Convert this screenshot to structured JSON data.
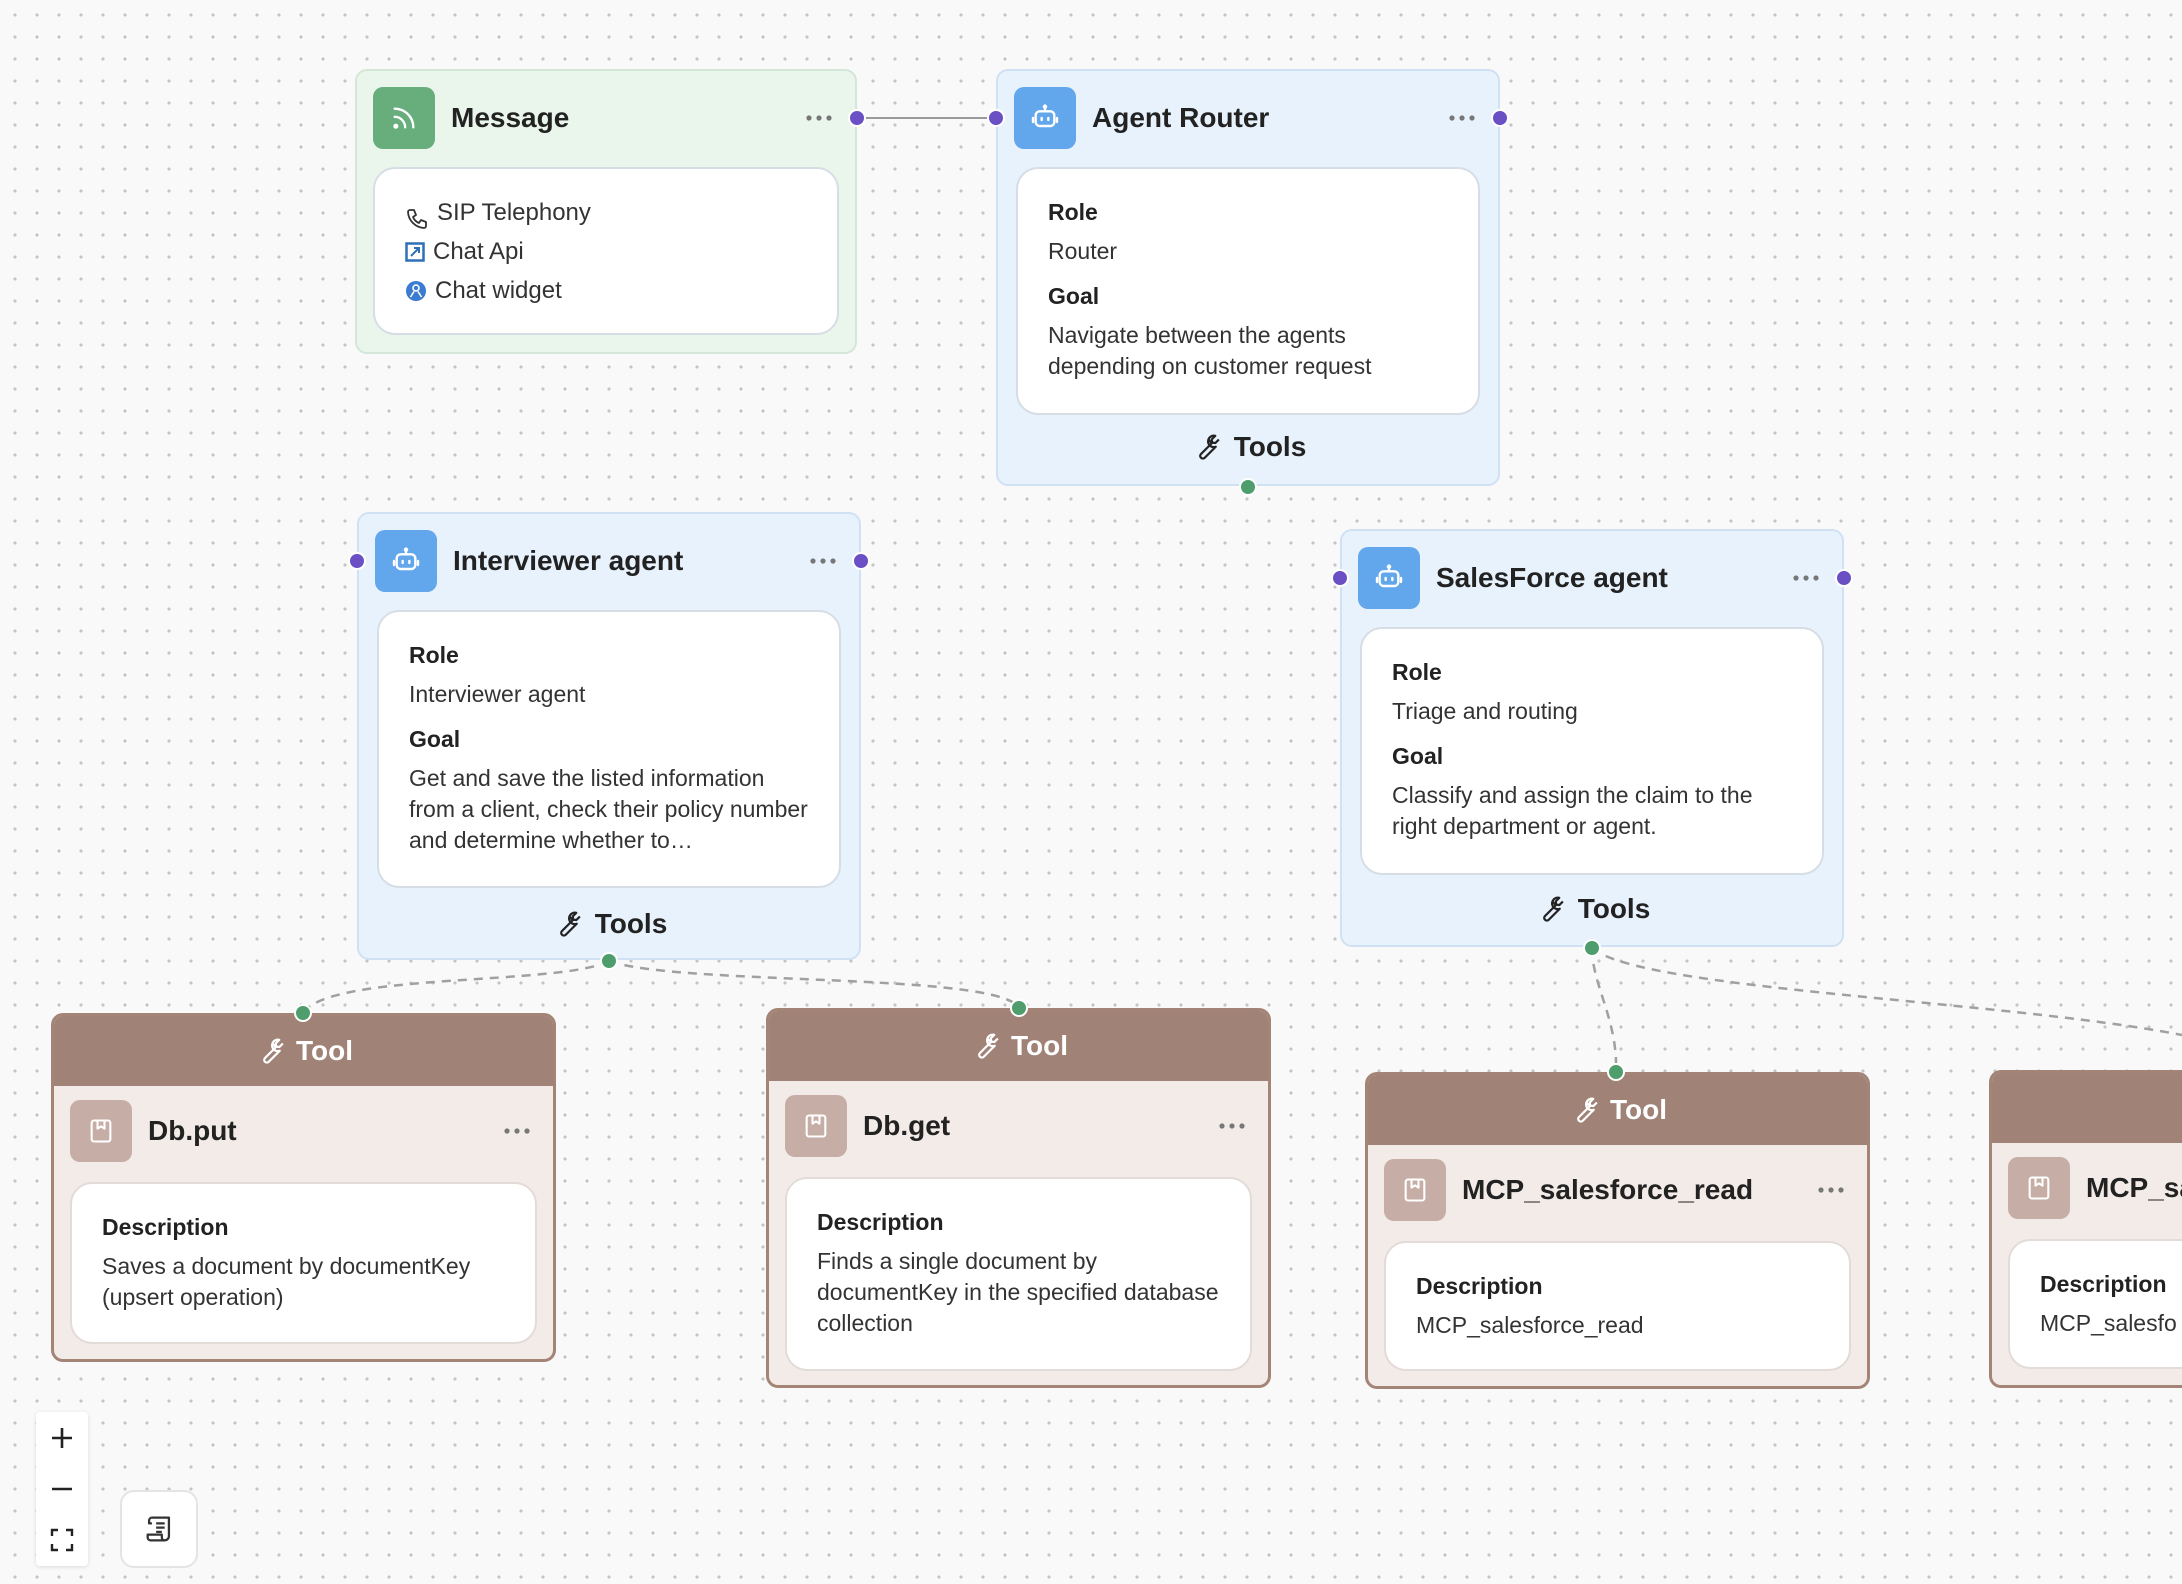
{
  "colors": {
    "edge_solid": "#9a9a9a",
    "edge_dashed": "#a0a0a0",
    "handle_purple": "#6a4fc5",
    "handle_green": "#4f9d6c",
    "message_node_bg": "#eaf6ec",
    "agent_node_bg": "#e8f2fc",
    "tool_header_bg": "#a08376"
  },
  "nodes": {
    "message": {
      "title": "Message",
      "icon": "rss-icon",
      "channels": [
        {
          "icon": "phone-icon",
          "label": "SIP Telephony"
        },
        {
          "icon": "api-square-icon",
          "label": "Chat Api"
        },
        {
          "icon": "widget-circle-icon",
          "label": "Chat widget"
        }
      ]
    },
    "agent_router": {
      "title": "Agent Router",
      "icon": "robot-icon",
      "role_label": "Role",
      "role": "Router",
      "goal_label": "Goal",
      "goal": "Navigate between the agents depending on customer request",
      "tools_label": "Tools"
    },
    "interviewer_agent": {
      "title": "Interviewer agent",
      "icon": "robot-icon",
      "role_label": "Role",
      "role": "Interviewer agent",
      "goal_label": "Goal",
      "goal": "Get and save the listed information from a client, check their policy number and determine whether to…",
      "tools_label": "Tools"
    },
    "salesforce_agent": {
      "title": "SalesForce agent",
      "icon": "robot-icon",
      "role_label": "Role",
      "role": "Triage and routing",
      "goal_label": "Goal",
      "goal": "Classify and assign the claim to the right department or agent.",
      "tools_label": "Tools"
    }
  },
  "tools": [
    {
      "header": "Tool",
      "title": "Db.put",
      "desc_label": "Description",
      "description": "Saves a document by documentKey (upsert operation)"
    },
    {
      "header": "Tool",
      "title": "Db.get",
      "desc_label": "Description",
      "description": "Finds a single document by documentKey in the specified database collection"
    },
    {
      "header": "Tool",
      "title": "MCP_salesforce_read",
      "desc_label": "Description",
      "description": "MCP_salesforce_read"
    },
    {
      "header": "",
      "title": "MCP_sa",
      "desc_label": "Description",
      "description": "MCP_salesfo"
    }
  ],
  "controls": {
    "zoom_in_icon": "plus-icon",
    "zoom_out_icon": "minus-icon",
    "fit_view_icon": "fit-view-icon",
    "minimap_icon": "scroll-list-icon"
  }
}
